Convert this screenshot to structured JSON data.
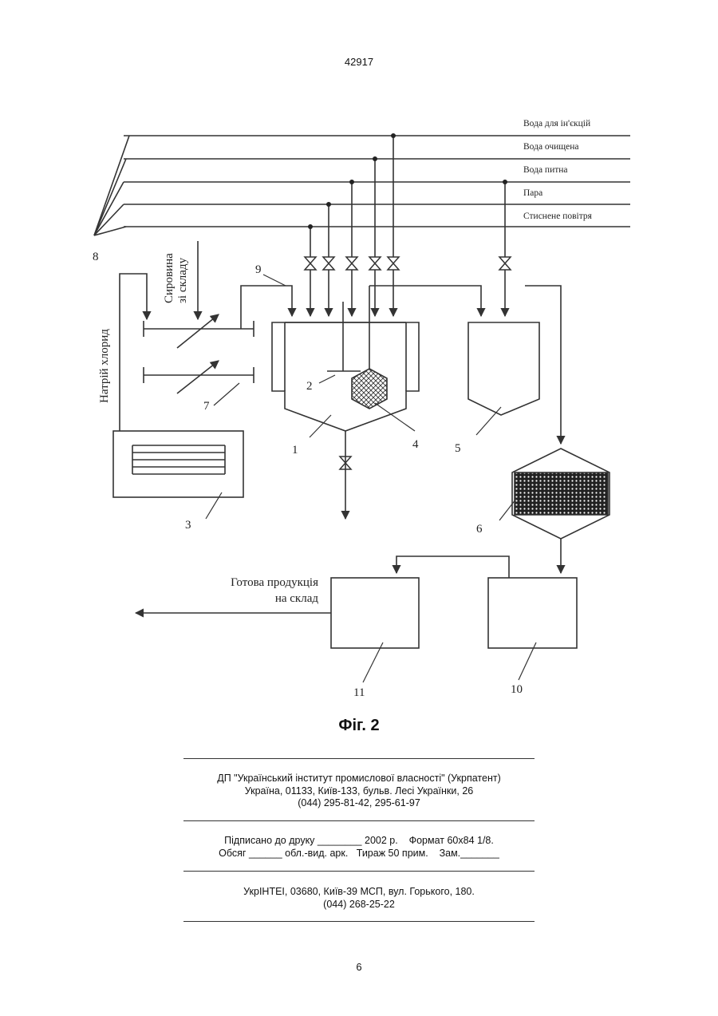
{
  "header": {
    "page_number": "42917"
  },
  "diagram": {
    "supply_lines": [
      "Вода для ін'єкцій",
      "Вода очищена",
      "Вода питна",
      "Пара",
      "Стиснене повітря"
    ],
    "numbers": {
      "n1": "1",
      "n2": "2",
      "n3": "3",
      "n4": "4",
      "n5": "5",
      "n6": "6",
      "n7": "7",
      "n8": "8",
      "n9": "9",
      "n10": "10",
      "n11": "11"
    },
    "raw_material_line1": "Сировина",
    "raw_material_line2": "зі складу",
    "sodium_chloride": "Натрій хлорид",
    "finished_line1": "Готова продукція",
    "finished_line2": "на склад"
  },
  "caption": "Фіг. 2",
  "imprint": {
    "block1_line1": "ДП \"Український інститут промислової власності\" (Укрпатент)",
    "block1_line2": "Україна, 01133, Київ-133, бульв. Лесі Українки, 26",
    "block1_line3": "(044) 295-81-42, 295-61-97",
    "block2_line1": "Підписано до друку ________ 2002 р.    Формат 60х84 1/8.",
    "block2_line2": "Обсяг ______ обл.-вид. арк.   Тираж 50 прим.    Зам._______",
    "block3_line1": "УкрІНТЕІ, 03680, Київ-39 МСП, вул. Горького, 180.",
    "block3_line2": "(044) 268-25-22"
  },
  "footer": {
    "page_number": "6"
  }
}
